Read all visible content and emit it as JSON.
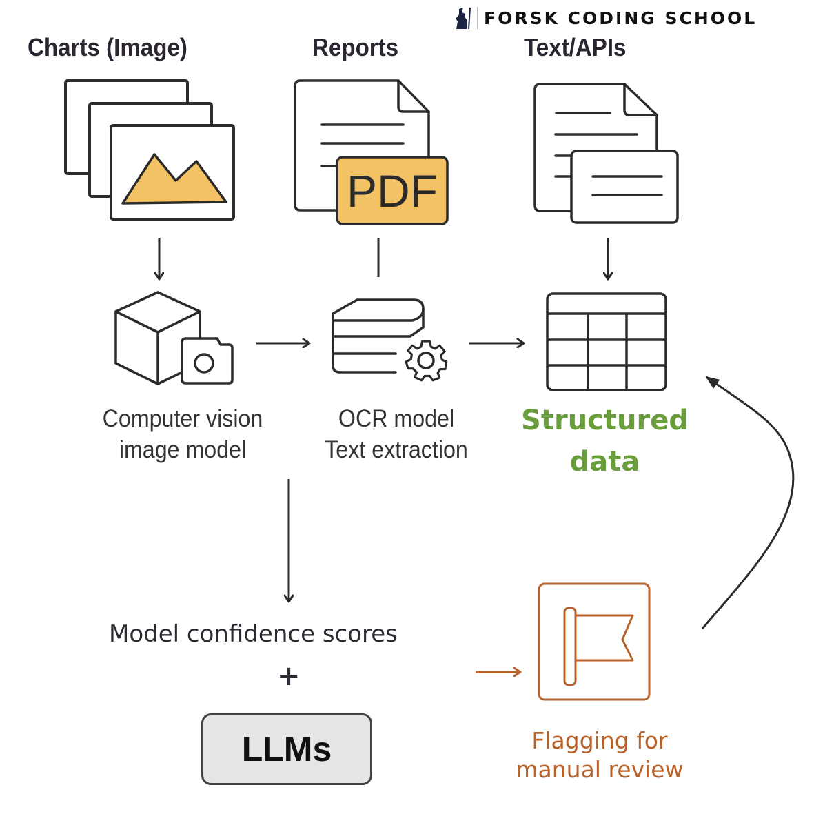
{
  "brand": {
    "logo_icon": "wizard-logo-icon",
    "name": "FORSK CODING SCHOOL"
  },
  "sources": [
    {
      "title": "Charts (Image)",
      "icon": "image-stack-icon"
    },
    {
      "title": "Reports",
      "icon": "pdf-document-icon"
    },
    {
      "title": "Text/APIs",
      "icon": "text-documents-icon"
    }
  ],
  "pdf_badge": "PDF",
  "processors": [
    {
      "line1": "Computer vision",
      "line2": "image model",
      "icon": "cube-camera-icon"
    },
    {
      "line1": "OCR model",
      "line2": "Text extraction",
      "icon": "database-gear-icon"
    }
  ],
  "output": {
    "line1": "Structured",
    "line2": "data",
    "icon": "table-icon"
  },
  "validation": {
    "confidence_label": "Model confidence scores",
    "plus": "+",
    "llm_label": "LLMs"
  },
  "flagging": {
    "line1": "Flagging for",
    "line2": "manual review",
    "icon": "flag-icon"
  },
  "colors": {
    "accent_yellow": "#f2c265",
    "green": "#6a9e3c",
    "orange": "#b8622a",
    "stroke": "#2b2b2b"
  }
}
